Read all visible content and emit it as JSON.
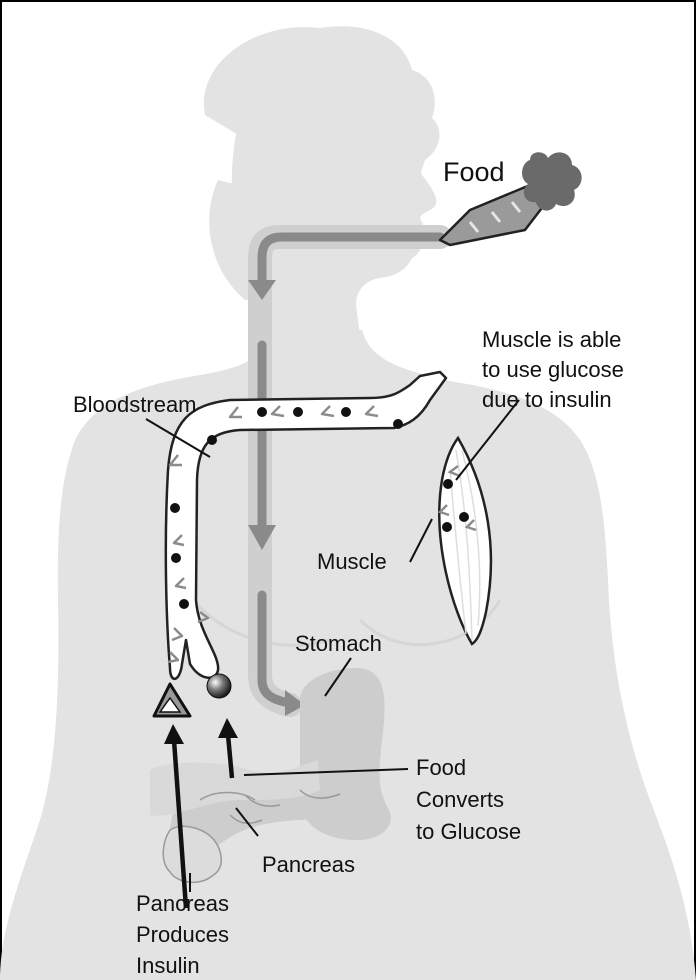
{
  "labels": {
    "food": "Food",
    "muscle_note": [
      "Muscle is able",
      "to use glucose",
      "due to insulin"
    ],
    "bloodstream": "Bloodstream",
    "muscle": "Muscle",
    "stomach": "Stomach",
    "food_converts": [
      "Food",
      "Converts",
      "to Glucose"
    ],
    "pancreas": "Pancreas",
    "pancreas_produces": [
      "Pancreas",
      "Produces",
      "Insulin"
    ]
  },
  "colors": {
    "silhouette": "#e3e3e3",
    "food_path": "#8a8a8a",
    "food_path_glow": "#cfcfcf",
    "organ": "#cdcdcd",
    "ink": "#111111",
    "outline": "#222222",
    "insulin_marker": "#8c8c8c"
  },
  "icons": [
    "carrot-icon",
    "insulin-triangle-icon",
    "glucose-ball-icon"
  ]
}
